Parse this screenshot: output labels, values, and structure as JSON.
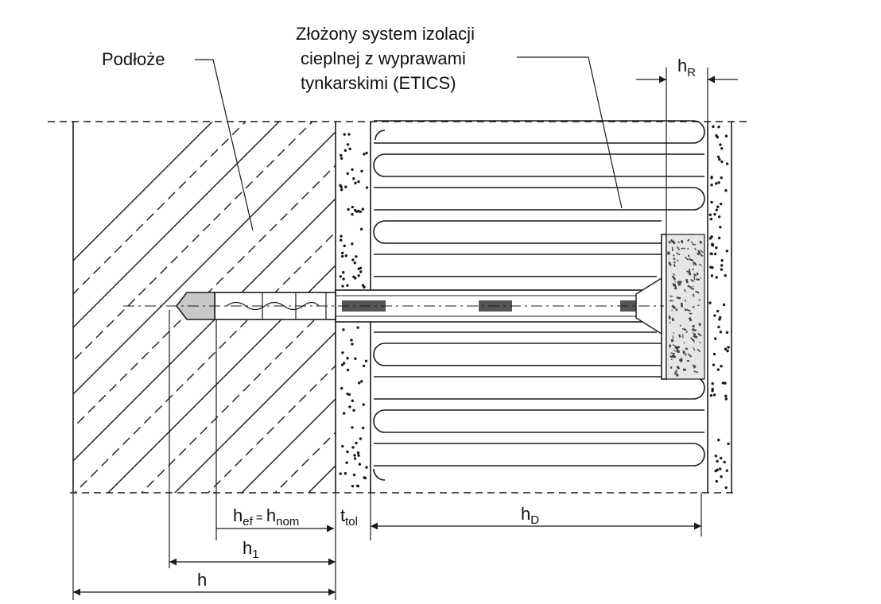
{
  "labels": {
    "substrate": "Podłoże",
    "etics_line1": "Złożony system izolacji",
    "etics_line2": "cieplnej z wyprawami",
    "etics_line3": "tynkarskimi (ETICS)"
  },
  "dimensions": {
    "hR": {
      "main": "h",
      "sub": "R"
    },
    "hef": {
      "main1": "h",
      "sub1": "ef",
      "eq": " = ",
      "main2": "h",
      "sub2": "nom"
    },
    "ttol": {
      "main": "t",
      "sub": "tol"
    },
    "hD": {
      "main": "h",
      "sub": "D"
    },
    "h1": {
      "main": "h",
      "sub": "1"
    },
    "h": {
      "main": "h"
    }
  },
  "colors": {
    "line": "#1a1a1a",
    "anchor_tip": "#c8c8c8",
    "plate_fill": "#e6e6e6"
  }
}
